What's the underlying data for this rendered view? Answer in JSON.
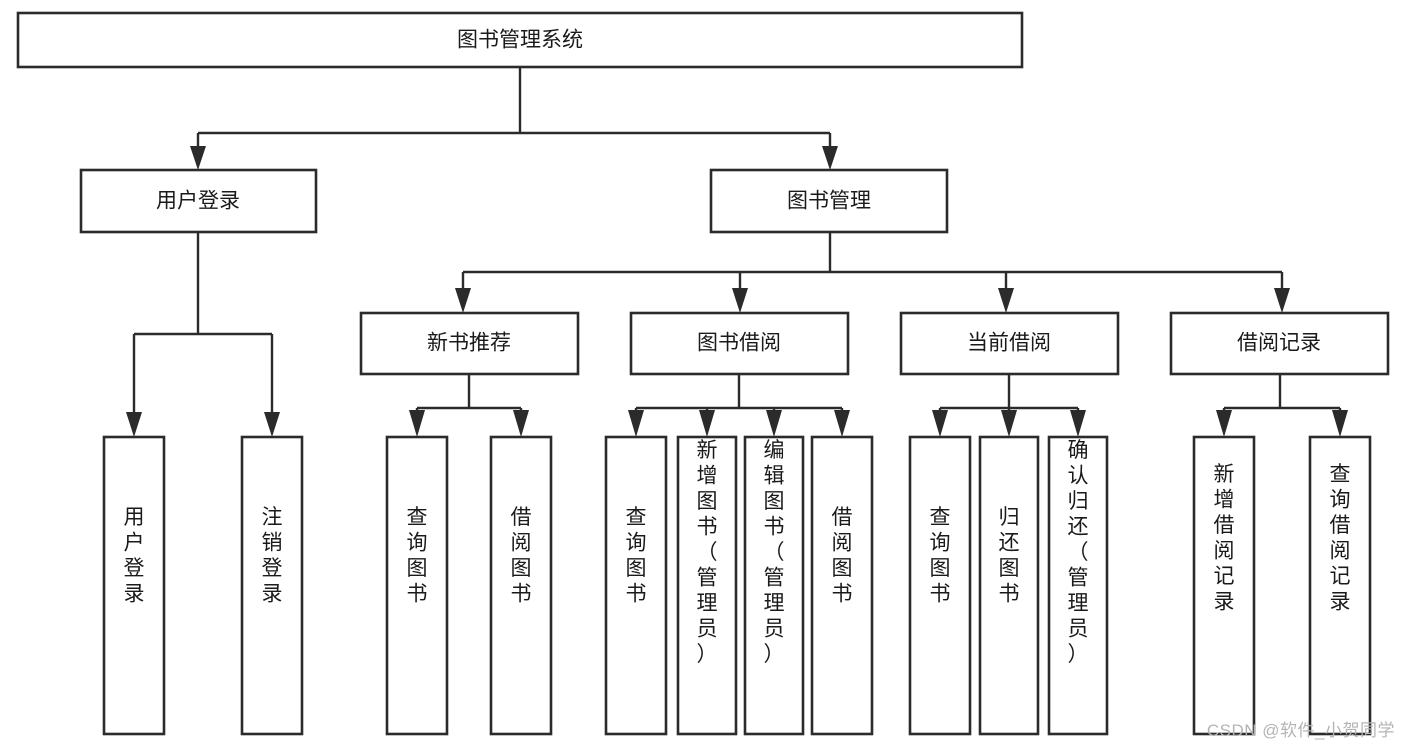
{
  "diagram": {
    "title": "图书管理系统",
    "type": "tree",
    "watermark": "CSDN @软件_小贺同学",
    "colors": {
      "box_stroke": "#2b2b2b",
      "box_fill": "#ffffff",
      "text": "#1a1a1a",
      "connector": "#2b2b2b",
      "watermark": "#b4b4b4",
      "background": "#ffffff"
    },
    "levels": {
      "root": {
        "label": "图书管理系统"
      },
      "level2": [
        {
          "label": "用户登录"
        },
        {
          "label": "图书管理"
        }
      ],
      "level3": [
        {
          "label": "新书推荐"
        },
        {
          "label": "图书借阅"
        },
        {
          "label": "当前借阅"
        },
        {
          "label": "借阅记录"
        }
      ],
      "leaves": {
        "user_login": [
          {
            "label": "用户登录"
          },
          {
            "label": "注销登录"
          }
        ],
        "new_book_recommend": [
          {
            "label": "查询图书"
          },
          {
            "label": "借阅图书"
          }
        ],
        "book_borrow": [
          {
            "label": "查询图书"
          },
          {
            "label": "新增图书（管理员）"
          },
          {
            "label": "编辑图书（管理员）"
          },
          {
            "label": "借阅图书"
          }
        ],
        "current_borrow": [
          {
            "label": "查询图书"
          },
          {
            "label": "归还图书"
          },
          {
            "label": "确认归还（管理员）"
          }
        ],
        "borrow_record": [
          {
            "label": "新增借阅记录"
          },
          {
            "label": "查询借阅记录"
          }
        ]
      }
    }
  }
}
